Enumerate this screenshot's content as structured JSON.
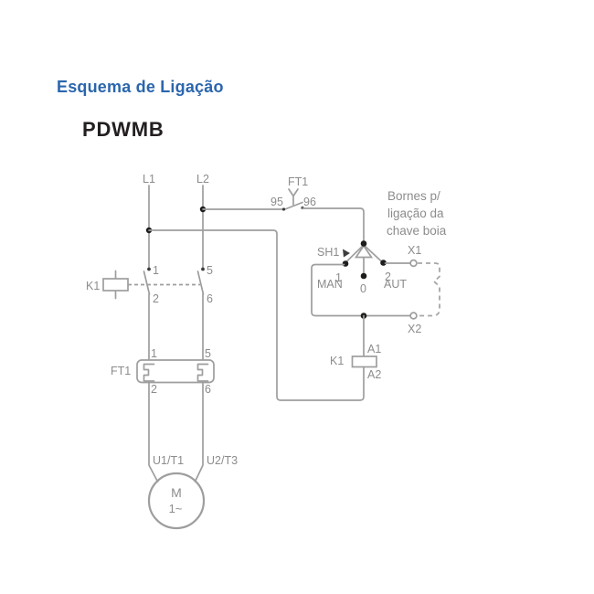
{
  "page": {
    "title": "Esquema de Ligação",
    "model": "PDWMB"
  },
  "colors": {
    "title_blue": "#2b66ad",
    "model_black": "#231f20",
    "line_gray": "#9e9e9e",
    "label_gray": "#8c8c8c",
    "junction_black": "#1d1d1b"
  },
  "note": {
    "line1": "Bornes p/",
    "line2": "ligação da",
    "line3": "chave boia"
  },
  "labels": {
    "l1": "L1",
    "l2": "L2",
    "ft1_control": "FT1",
    "t95": "95",
    "t96": "96",
    "sh1": "SH1",
    "pos_1": "1",
    "pos_0": "0",
    "pos_2": "2",
    "man": "MAN",
    "aut": "AUT",
    "x1": "X1",
    "x2": "X2",
    "a1": "A1",
    "a2": "A2",
    "k1_coil": "K1",
    "k1_contactor": "K1",
    "c_1": "1",
    "c_5": "5",
    "c_2": "2",
    "c_6": "6",
    "ft1_overload": "FT1",
    "o_1": "1",
    "o_5": "5",
    "o_2": "2",
    "o_6": "6",
    "u1t1": "U1/T1",
    "u2t3": "U2/T3",
    "motor_m": "M",
    "motor_phase": "1~"
  }
}
